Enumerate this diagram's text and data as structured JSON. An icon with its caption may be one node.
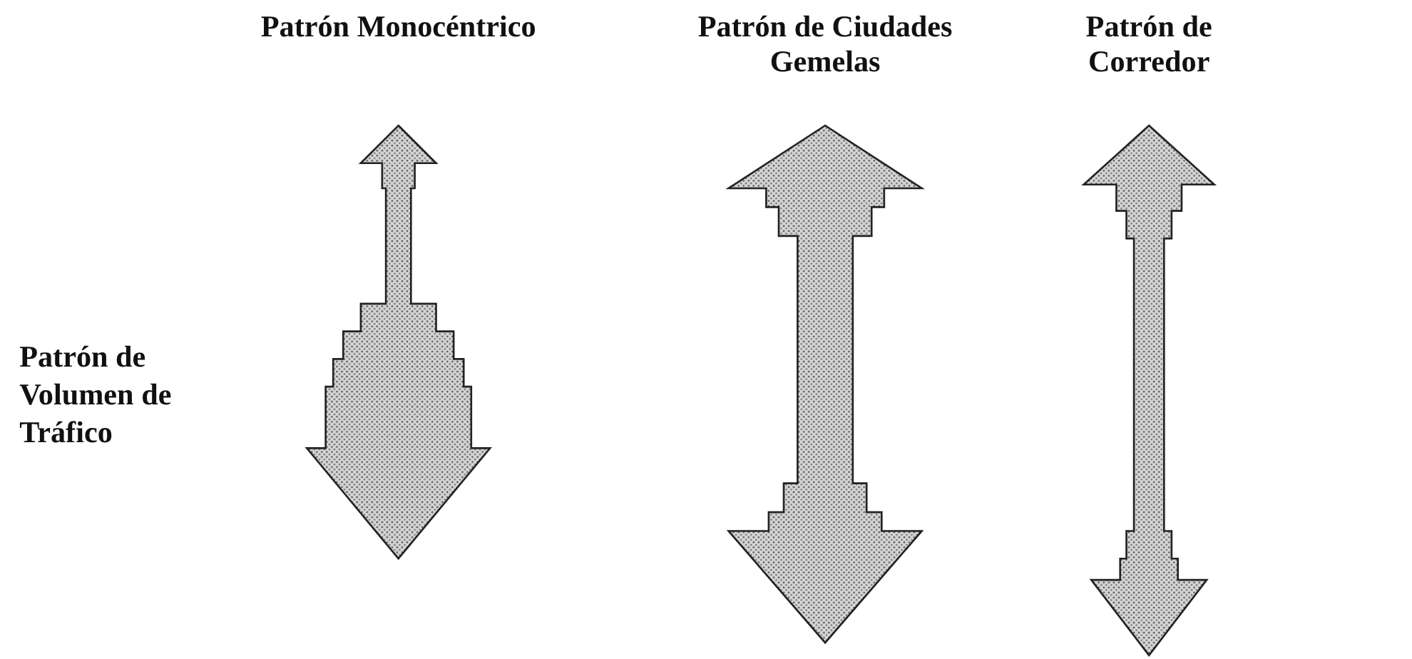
{
  "diagram": {
    "nodes": [
      {
        "text": [
          "Patrón Monocéntrico"
        ]
      },
      {
        "text": [
          "Patrón de Ciudades Gemelas"
        ]
      },
      {
        "text": [
          "Patrón de Corredor"
        ]
      }
    ],
    "labels": [
      "Patrón de Volumen de Tráfico"
    ]
  }
}
